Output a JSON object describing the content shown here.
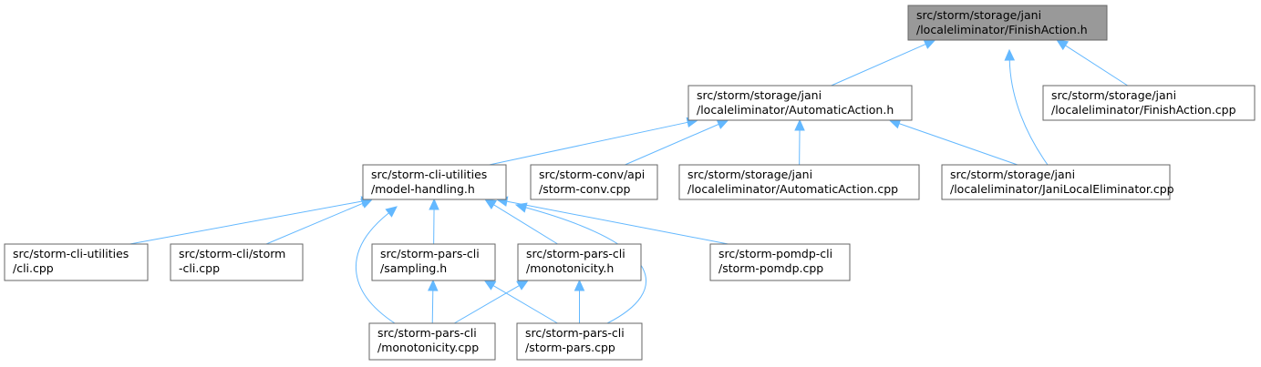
{
  "colors": {
    "node_fill": "#ffffff",
    "root_fill": "#999999",
    "node_border": "#666666",
    "edge": "#63b8ff"
  },
  "nodes": [
    {
      "id": "finish_h",
      "root": true,
      "lines": [
        "src/storm/storage/jani",
        "/localeliminator/FinishAction.h"
      ]
    },
    {
      "id": "automatic_h",
      "lines": [
        "src/storm/storage/jani",
        "/localeliminator/AutomaticAction.h"
      ]
    },
    {
      "id": "finish_cpp",
      "lines": [
        "src/storm/storage/jani",
        "/localeliminator/FinishAction.cpp"
      ]
    },
    {
      "id": "model_handling_h",
      "lines": [
        "src/storm-cli-utilities",
        "/model-handling.h"
      ]
    },
    {
      "id": "storm_conv_cpp",
      "lines": [
        "src/storm-conv/api",
        "/storm-conv.cpp"
      ]
    },
    {
      "id": "automatic_cpp",
      "lines": [
        "src/storm/storage/jani",
        "/localeliminator/AutomaticAction.cpp"
      ]
    },
    {
      "id": "jani_local_cpp",
      "lines": [
        "src/storm/storage/jani",
        "/localeliminator/JaniLocalEliminator.cpp"
      ]
    },
    {
      "id": "cli_cpp",
      "lines": [
        "src/storm-cli-utilities",
        "/cli.cpp"
      ]
    },
    {
      "id": "storm_cli_cpp",
      "lines": [
        "src/storm-cli/storm",
        "-cli.cpp"
      ]
    },
    {
      "id": "sampling_h",
      "lines": [
        "src/storm-pars-cli",
        "/sampling.h"
      ]
    },
    {
      "id": "monotonicity_h",
      "lines": [
        "src/storm-pars-cli",
        "/monotonicity.h"
      ]
    },
    {
      "id": "storm_pomdp_cpp",
      "lines": [
        "src/storm-pomdp-cli",
        "/storm-pomdp.cpp"
      ]
    },
    {
      "id": "monotonicity_cpp",
      "lines": [
        "src/storm-pars-cli",
        "/monotonicity.cpp"
      ]
    },
    {
      "id": "storm_pars_cpp",
      "lines": [
        "src/storm-pars-cli",
        "/storm-pars.cpp"
      ]
    }
  ],
  "edges": [
    {
      "from": "automatic_h",
      "to": "finish_h"
    },
    {
      "from": "jani_local_cpp",
      "to": "finish_h"
    },
    {
      "from": "finish_cpp",
      "to": "finish_h"
    },
    {
      "from": "model_handling_h",
      "to": "automatic_h"
    },
    {
      "from": "storm_conv_cpp",
      "to": "automatic_h"
    },
    {
      "from": "automatic_cpp",
      "to": "automatic_h"
    },
    {
      "from": "jani_local_cpp",
      "to": "automatic_h"
    },
    {
      "from": "cli_cpp",
      "to": "model_handling_h"
    },
    {
      "from": "storm_cli_cpp",
      "to": "model_handling_h"
    },
    {
      "from": "monotonicity_cpp",
      "to": "model_handling_h"
    },
    {
      "from": "sampling_h",
      "to": "model_handling_h"
    },
    {
      "from": "monotonicity_h",
      "to": "model_handling_h"
    },
    {
      "from": "storm_pars_cpp",
      "to": "model_handling_h"
    },
    {
      "from": "storm_pomdp_cpp",
      "to": "model_handling_h"
    },
    {
      "from": "monotonicity_cpp",
      "to": "sampling_h"
    },
    {
      "from": "storm_pars_cpp",
      "to": "sampling_h"
    },
    {
      "from": "monotonicity_cpp",
      "to": "monotonicity_h"
    },
    {
      "from": "storm_pars_cpp",
      "to": "monotonicity_h"
    }
  ]
}
